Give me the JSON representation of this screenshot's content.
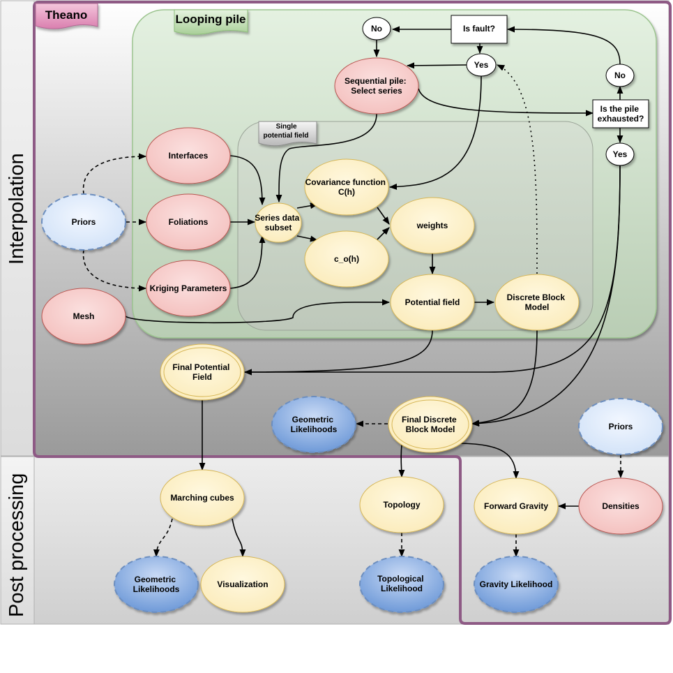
{
  "bands": {
    "interpolation": "Interpolation",
    "post_processing": "Post processing"
  },
  "containers": {
    "theano": "Theano",
    "looping_pile": "Looping pile",
    "single_potential_field": [
      "Single",
      "potential field"
    ]
  },
  "nodes": {
    "priors_left": [
      "Priors"
    ],
    "mesh": [
      "Mesh"
    ],
    "interfaces": [
      "Interfaces"
    ],
    "foliations": [
      "Foliations"
    ],
    "kriging_parameters": [
      "Kriging Parameters"
    ],
    "series_data_subset": [
      "Series data",
      "subset"
    ],
    "covariance_function": [
      "Covariance function",
      "C(h)"
    ],
    "c_o_h": [
      "c_o(h)"
    ],
    "weights": [
      "weights"
    ],
    "potential_field": [
      "Potential field"
    ],
    "discrete_block_model": [
      "Discrete Block",
      "Model"
    ],
    "sequential_pile": [
      "Sequential pile:",
      "Select series"
    ],
    "is_fault": [
      "Is fault?"
    ],
    "no_top": [
      "No"
    ],
    "yes_top": [
      "Yes"
    ],
    "no_right": [
      "No"
    ],
    "is_pile_exhausted": [
      "Is the pile",
      "exhausted?"
    ],
    "yes_right": [
      "Yes"
    ],
    "final_potential_field": [
      "Final Potential",
      "Field"
    ],
    "geometric_likelihoods_top": [
      "Geometric",
      "Likelihoods"
    ],
    "final_discrete_block_model": [
      "Final Discrete",
      "Block Model"
    ],
    "priors_right": [
      "Priors"
    ],
    "marching_cubes": [
      "Marching cubes"
    ],
    "topology": [
      "Topology"
    ],
    "forward_gravity": [
      "Forward Gravity"
    ],
    "densities": [
      "Densities"
    ],
    "geometric_likelihoods_bottom": [
      "Geometric",
      "Likelihoods"
    ],
    "visualization": [
      "Visualization"
    ],
    "topological_likelihood": [
      "Topological",
      "Likelihood"
    ],
    "gravity_likelihood": [
      "Gravity Likelihood"
    ]
  },
  "colors": {
    "red_fill": "#f8cecc",
    "yellow_fill": "#fff2cc",
    "yellow_stroke": "#d6b656",
    "blue_fill": "#7ea6e0",
    "light_blue_fill": "#dae8fc",
    "blue_stroke": "#6c8ebf",
    "green_fill": "#d5e8d4",
    "green_stroke": "#82b366",
    "theano_border": "#8e5a85",
    "theano_tag": "#e6a0c4"
  }
}
